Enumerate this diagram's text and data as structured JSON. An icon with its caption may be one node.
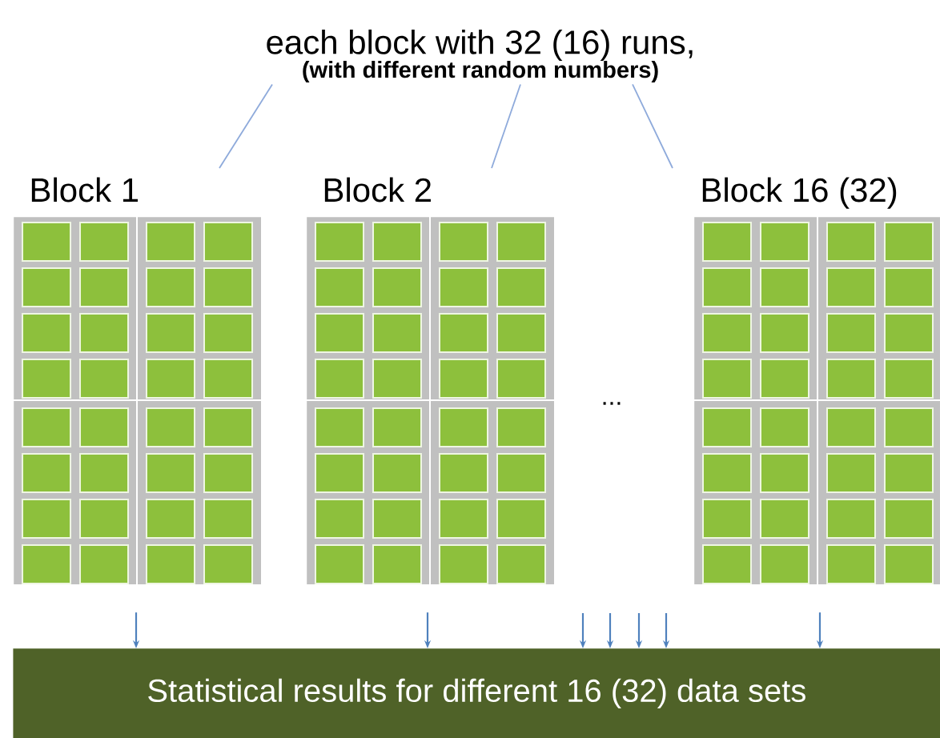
{
  "diagram": {
    "nodes": [
      {
        "text": [
          "each block with 32 (16) runs,",
          "(with different random numbers)"
        ]
      },
      {
        "text": [
          "Block 1"
        ]
      },
      {
        "text": [
          "Block 2"
        ]
      },
      {
        "text": [
          "Block 16 (32)"
        ]
      },
      {
        "text": [
          "Statistical results for different 16 (32) data sets"
        ]
      }
    ],
    "edges": [
      {
        "from": 0,
        "to": 1,
        "arrow": "none"
      },
      {
        "from": 0,
        "to": 2,
        "arrow": "none"
      },
      {
        "from": 0,
        "to": 3,
        "arrow": "none"
      },
      {
        "from": 1,
        "to": 4,
        "arrow": "to"
      },
      {
        "from": 2,
        "to": 4,
        "arrow": "to"
      },
      {
        "from": null,
        "to": 4,
        "arrow": "to"
      },
      {
        "from": null,
        "to": 4,
        "arrow": "to"
      },
      {
        "from": null,
        "to": 4,
        "arrow": "to"
      },
      {
        "from": null,
        "to": 4,
        "arrow": "to"
      },
      {
        "from": 3,
        "to": 4,
        "arrow": "to"
      }
    ],
    "labels": [
      "..."
    ]
  }
}
